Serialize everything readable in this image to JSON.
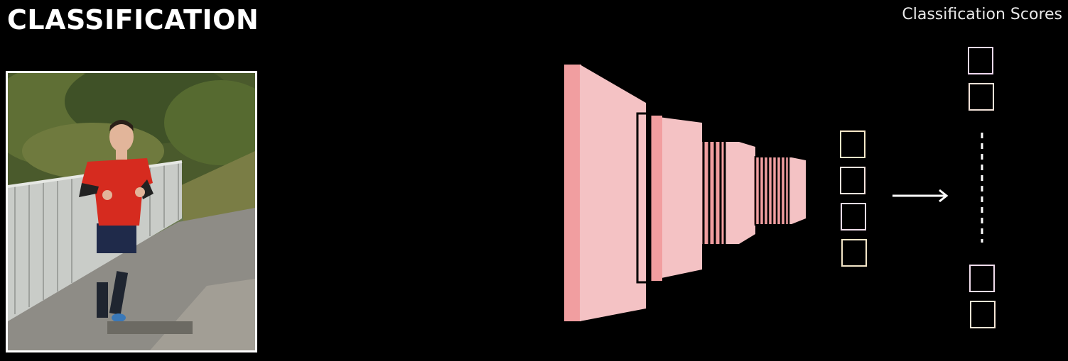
{
  "header": {
    "title": "CLASSIFICATION",
    "scores_label": "Classification Scores"
  },
  "input_image": {
    "description_icon": "runner-photo"
  },
  "colors": {
    "background": "#000000",
    "layer_face": "#f4c2c4",
    "layer_side": "#f19ea0",
    "feature_box_stroke": "#f0e6f0",
    "arrow": "#ffffff",
    "text": "#ffffff"
  }
}
